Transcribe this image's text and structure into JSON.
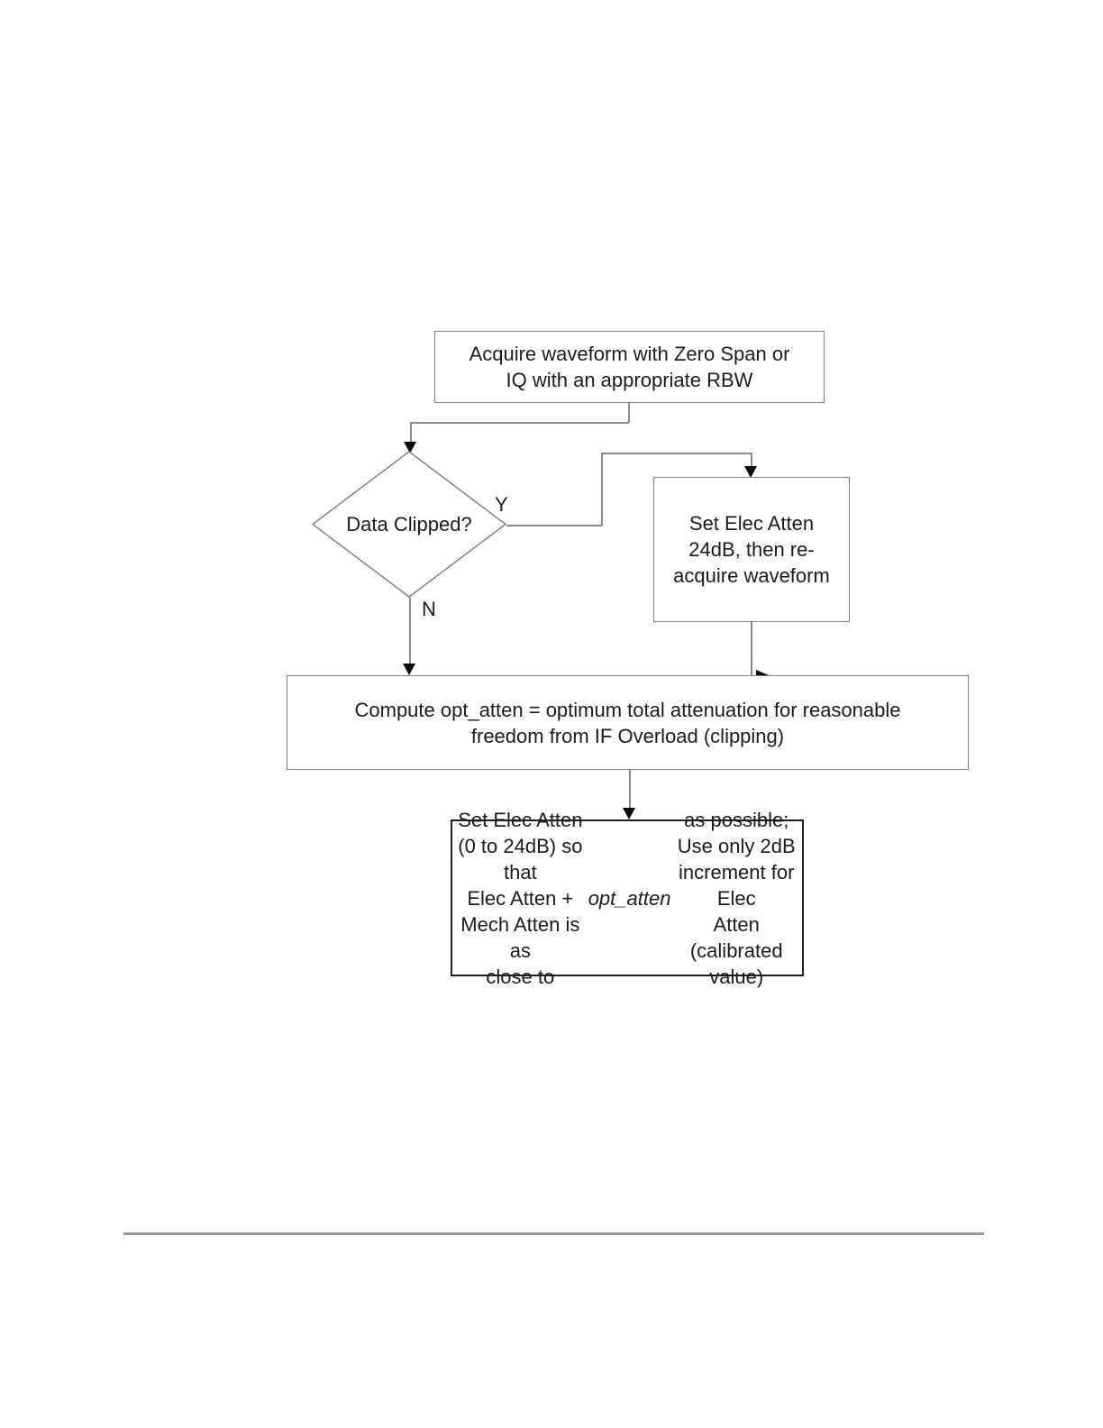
{
  "colors": {
    "box_border": "#828282",
    "connector": "#8a8a8a",
    "arrow": "#0a0a0a",
    "emphasis_border": "#1f1f1f",
    "rule": "#9a9a9a",
    "text": "#1c1c1c",
    "bg": "#ffffff"
  },
  "flowchart": {
    "nodes": {
      "acquire": {
        "text": "Acquire waveform with Zero Span or\nIQ with an appropriate RBW"
      },
      "decision": {
        "text": "Data Clipped?"
      },
      "set_elec_24": {
        "text": "Set Elec Atten\n24dB, then re-\nacquire waveform"
      },
      "compute": {
        "text": "Compute opt_atten = optimum total attenuation for reasonable\nfreedom from IF Overload (clipping)"
      },
      "set_elec_range": {
        "text_before_italic": "Set Elec Atten (0 to 24dB) so that\nElec Atten + Mech Atten is as\nclose to ",
        "italic_text": "opt_atten",
        "text_after_italic": " as possible;\nUse only 2dB increment for Elec\nAtten (calibrated value)"
      }
    },
    "edge_labels": {
      "yes": "Y",
      "no": "N"
    }
  }
}
